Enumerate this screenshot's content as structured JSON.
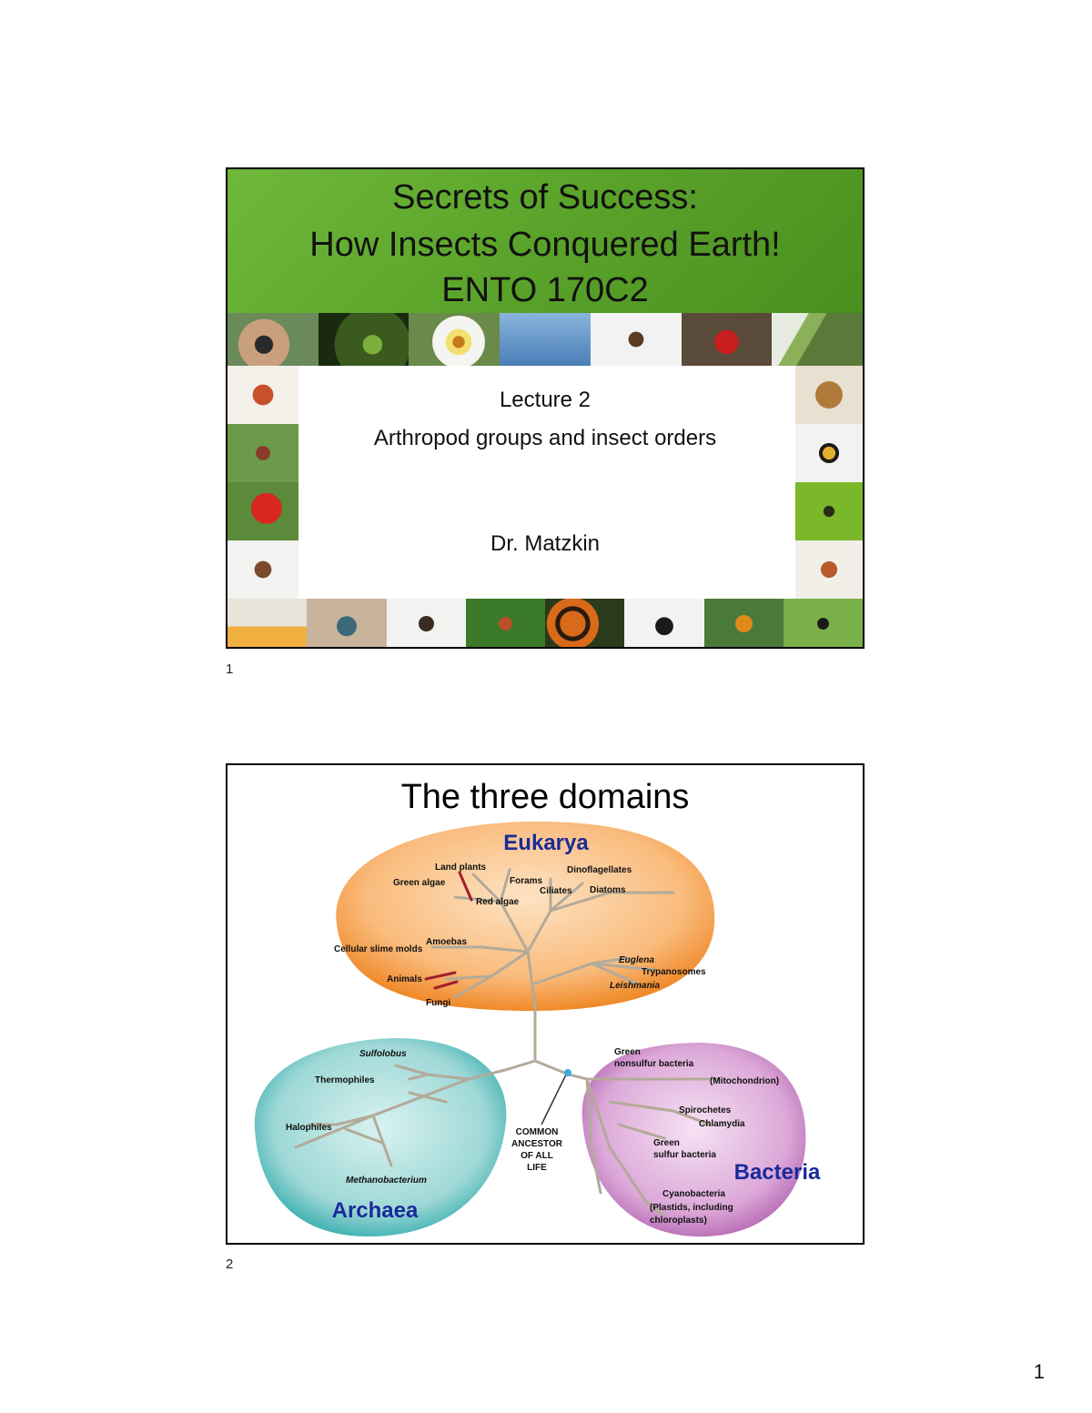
{
  "slide1": {
    "title_line1": "Secrets of Success:",
    "title_line2": "How Insects Conquered Earth!",
    "title_line3": "ENTO 170C2",
    "lecture": "Lecture 2",
    "subtitle": "Arthropod groups and insect orders",
    "author": "Dr. Matzkin",
    "number": "1"
  },
  "slide2": {
    "title": "The three domains",
    "number": "2",
    "domains": {
      "eukarya": "Eukarya",
      "archaea": "Archaea",
      "bacteria": "Bacteria"
    },
    "eukarya_labels": {
      "land_plants": "Land plants",
      "green_algae": "Green algae",
      "forams": "Forams",
      "dinoflagellates": "Dinoflagellates",
      "ciliates": "Ciliates",
      "diatoms": "Diatoms",
      "red_algae": "Red algae",
      "amoebas": "Amoebas",
      "cellular_slime_molds": "Cellular slime molds",
      "euglena": "Euglena",
      "trypanosomes": "Trypanosomes",
      "leishmania": "Leishmania",
      "animals": "Animals",
      "fungi": "Fungi"
    },
    "archaea_labels": {
      "sulfolobus": "Sulfolobus",
      "thermophiles": "Thermophiles",
      "halophiles": "Halophiles",
      "methanobacterium": "Methanobacterium"
    },
    "bacteria_labels": {
      "green_nonsulfur_1": "Green",
      "green_nonsulfur_2": "nonsulfur bacteria",
      "mitochondrion": "(Mitochondrion)",
      "spirochetes": "Spirochetes",
      "chlamydia": "Chlamydia",
      "green_sulfur_1": "Green",
      "green_sulfur_2": "sulfur bacteria",
      "cyanobacteria": "Cyanobacteria",
      "plastids_1": "(Plastids, including",
      "plastids_2": "chloroplasts)"
    },
    "ancestor_labels": [
      "COMMON",
      "ANCESTOR",
      "OF ALL",
      "LIFE"
    ]
  },
  "page_number": "1",
  "colors": {
    "header_green": "#5aa32a",
    "eukarya_fill": "#f7a95a",
    "archaea_fill": "#3fb8b8",
    "bacteria_fill": "#c27ac2",
    "domain_label": "#1a2a9a",
    "branch": "#b0a898",
    "highlight_branch": "#a02030"
  }
}
